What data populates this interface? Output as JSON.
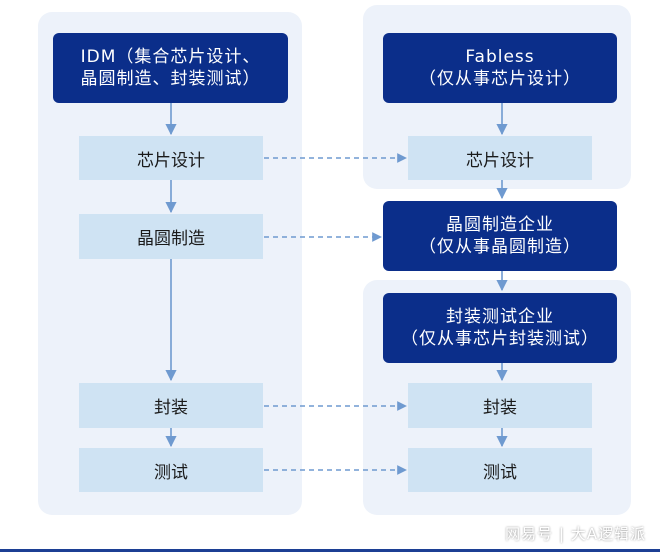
{
  "idm": {
    "title_line1": "IDM（集合芯片设计、",
    "title_line2": "晶圆制造、封装测试）",
    "steps": [
      "芯片设计",
      "晶圆制造",
      "封装",
      "测试"
    ]
  },
  "fabless": {
    "title_line1": "Fabless",
    "title_line2": "（仅从事芯片设计）",
    "step": "芯片设计"
  },
  "foundry": {
    "title_line1": "晶圆制造企业",
    "title_line2": "（仅从事晶圆制造）"
  },
  "osat": {
    "title_line1": "封装测试企业",
    "title_line2": "（仅从事芯片封装测试）",
    "steps": [
      "封装",
      "测试"
    ]
  },
  "watermark": "网易号 | 大A逻辑派",
  "colors": {
    "dark_box": "#0b2e8a",
    "light_box": "#cfe3f3",
    "panel": "#edf2fa",
    "arrow": "#6f9ad0"
  }
}
